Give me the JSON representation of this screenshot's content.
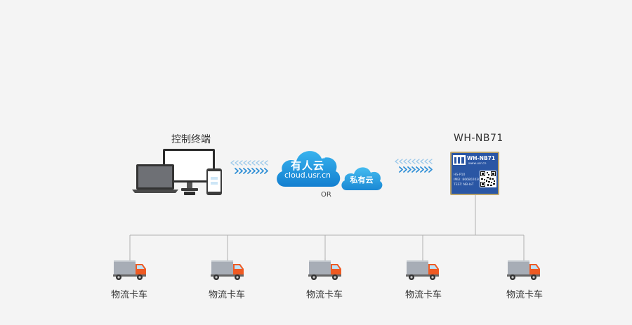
{
  "terminal": {
    "label": "控制终端"
  },
  "public_cloud": {
    "name": "有人云",
    "domain": "cloud.usr.cn",
    "mark": "®"
  },
  "or_label": "OR",
  "private_cloud": {
    "name": "私有云"
  },
  "module": {
    "label": "WH-NB71",
    "chip_title": "WH-NB71",
    "chip_url": "www.usr.cn",
    "chip_lines": [
      "HS-P10",
      "IMEI: 866802030",
      "TEST: NB-IoT"
    ]
  },
  "trucks": [
    {
      "label": "物流卡车"
    },
    {
      "label": "物流卡车"
    },
    {
      "label": "物流卡车"
    },
    {
      "label": "物流卡车"
    },
    {
      "label": "物流卡车"
    }
  ],
  "colors": {
    "cloud_blue": "#1e9fdf",
    "chip_blue": "#2a56a4",
    "truck_orange": "#ef5a23",
    "arrow_blue": "#3aa3e0",
    "line_gray": "#a8a8a8"
  }
}
